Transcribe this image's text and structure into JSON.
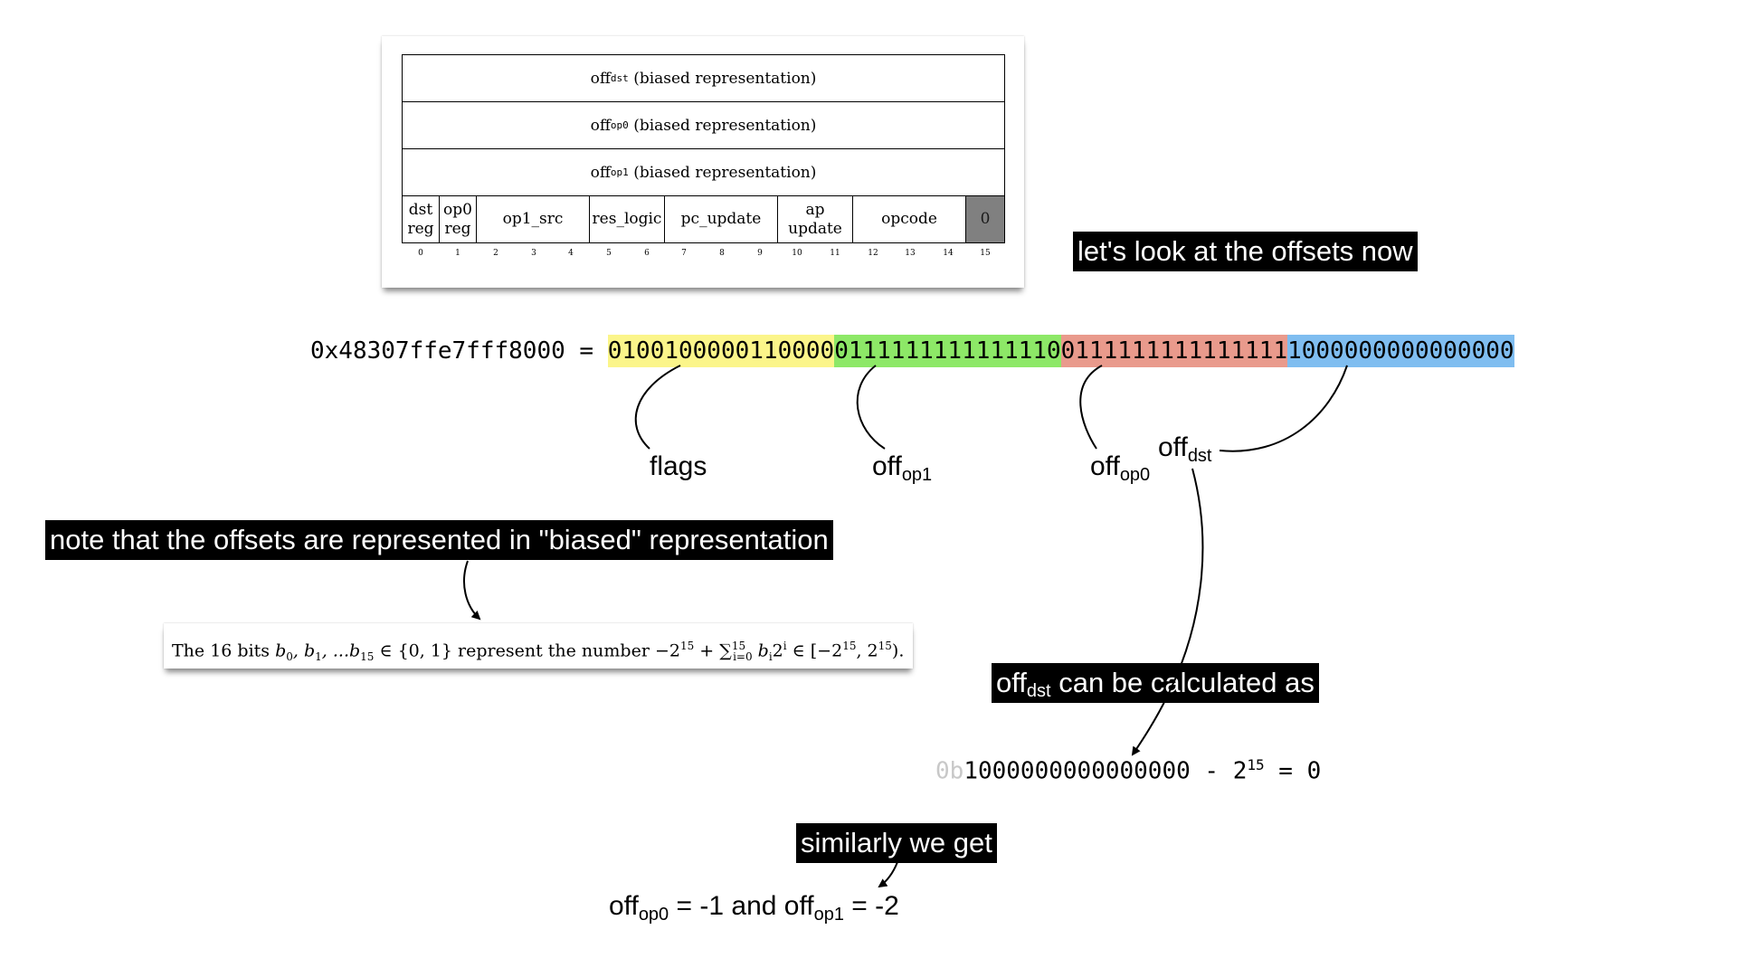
{
  "format": {
    "rows": [
      {
        "main": "off",
        "sub": "dst",
        "suffix": "(biased representation)"
      },
      {
        "main": "off",
        "sub": "op0",
        "suffix": "(biased representation)"
      },
      {
        "main": "off",
        "sub": "op1",
        "suffix": "(biased representation)"
      }
    ],
    "fields": [
      {
        "line1": "dst",
        "line2": "reg"
      },
      {
        "line1": "op0",
        "line2": "reg"
      },
      {
        "line1": "op1_src",
        "line2": ""
      },
      {
        "line1": "res_logic",
        "line2": ""
      },
      {
        "line1": "pc_update",
        "line2": ""
      },
      {
        "line1": "ap",
        "line2": "update"
      },
      {
        "line1": "opcode",
        "line2": ""
      },
      {
        "line1": "0",
        "line2": ""
      }
    ],
    "bit_numbers": [
      "0",
      "1",
      "2",
      "3",
      "4",
      "5",
      "6",
      "7",
      "8",
      "9",
      "10",
      "11",
      "12",
      "13",
      "14",
      "15"
    ]
  },
  "callouts": {
    "offsets_now": "let's look at the offsets now",
    "biased_note": "note that the offsets are represented in \"biased\" representation",
    "calc_main": "off",
    "calc_sub": "dst",
    "calc_rest": " can be calculated as",
    "similarly": "similarly we get"
  },
  "hex": {
    "prefix": "0x48307ffe7fff8000 = ",
    "segments": [
      {
        "bits": "0100100000110000",
        "color": "#fbf58a"
      },
      {
        "bits": "0111111111111110",
        "color": "#8de867"
      },
      {
        "bits": "0111111111111111",
        "color": "#e99a8c"
      },
      {
        "bits": "1000000000000000",
        "color": "#7fbdf0"
      }
    ]
  },
  "labels": {
    "flags": "flags",
    "off": "off",
    "op1": "op1",
    "op0": "op0",
    "dst": "dst"
  },
  "formula": {
    "t1": "The 16 bits ",
    "t2": "b",
    "s0": "0",
    "t3": ", b",
    "s1": "1",
    "t4": ", ...b",
    "s15": "15",
    "t5": " ∈ {0, 1} represent the number −2",
    "p15": "15",
    "t6": " + ∑",
    "sumsub": "i=0",
    "sumsup": "15",
    "t7": " b",
    "si": "i",
    "t8": "2",
    "pi": "i",
    "t9": " ∈ [−2",
    "p15b": "15",
    "t10": ", 2",
    "p15c": "15",
    "t11": ")."
  },
  "calc": {
    "prefix": "0b",
    "bits": "1000000000000000",
    "mid": " - 2",
    "exp": "15",
    "tail": " = 0"
  },
  "result": {
    "a_main": "off",
    "a_sub": "op0",
    "a_rest": " = -1 and ",
    "b_main": "off",
    "b_sub": "op1",
    "b_rest": " = -2"
  }
}
